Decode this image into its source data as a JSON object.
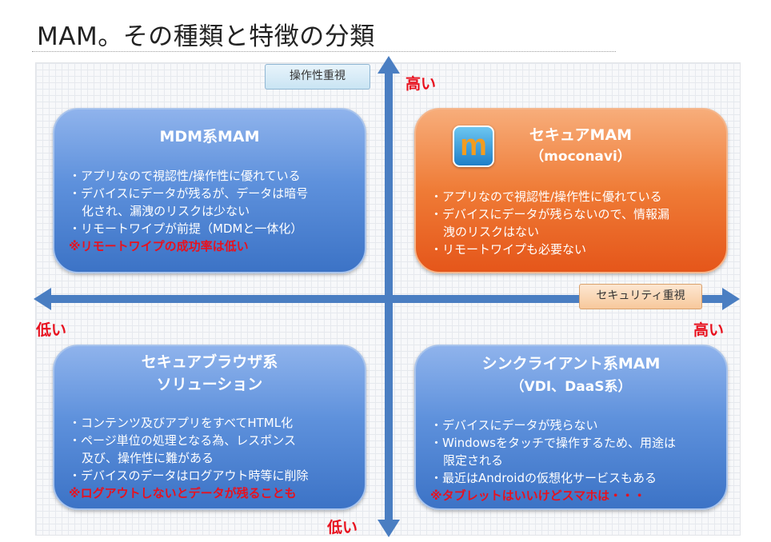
{
  "title": "MAM。その種類と特徴の分類",
  "axes": {
    "vertical_label": "操作性重視",
    "horizontal_label": "セキュリティ重視",
    "high_top": "高い",
    "low_bottom": "低い",
    "low_left": "低い",
    "high_right": "高い"
  },
  "quadrants": {
    "top_left": {
      "title": "MDM系MAM",
      "bullets": [
        {
          "text": "・アプリなので視認性/操作性に優れている",
          "style": "normal"
        },
        {
          "text": "・デバイスにデータが残るが、データは暗号",
          "style": "normal"
        },
        {
          "text": "化され、漏洩のリスクは少ない",
          "style": "cont"
        },
        {
          "text": "・リモートワイプが前提（MDMと一体化）",
          "style": "normal"
        },
        {
          "text": "※リモートワイプの成功率は低い",
          "style": "red"
        }
      ]
    },
    "top_right": {
      "title": "セキュアMAM",
      "subtitle": "（moconavi）",
      "logo_letter": "m",
      "bullets": [
        {
          "text": "・アプリなので視認性/操作性に優れている",
          "style": "normal"
        },
        {
          "text": "・デバイスにデータが残らないので、情報漏",
          "style": "normal"
        },
        {
          "text": "洩のリスクはない",
          "style": "cont"
        },
        {
          "text": "・リモートワイプも必要ない",
          "style": "normal"
        }
      ]
    },
    "bottom_left": {
      "title": "セキュアブラウザ系",
      "subtitle": "ソリューション",
      "bullets": [
        {
          "text": "・コンテンツ及びアプリをすべてHTML化",
          "style": "normal"
        },
        {
          "text": "・ページ単位の処理となる為、レスポンス",
          "style": "normal"
        },
        {
          "text": "及び、操作性に難がある",
          "style": "cont"
        },
        {
          "text": "・デバイスのデータはログアウト時等に削除",
          "style": "normal"
        },
        {
          "text": "※ログアウトしないとデータが残ることも",
          "style": "red"
        }
      ]
    },
    "bottom_right": {
      "title": "シンクライアント系MAM",
      "subtitle": "（VDI、DaaS系）",
      "bullets": [
        {
          "text": "・デバイスにデータが残らない",
          "style": "normal"
        },
        {
          "text": "・Windowsをタッチで操作するため、用途は",
          "style": "normal"
        },
        {
          "text": "限定される",
          "style": "cont"
        },
        {
          "text": "・最近はAndroidの仮想化サービスもある",
          "style": "normal"
        },
        {
          "text": "※タブレットはいいけどスマホは・・・",
          "style": "red"
        }
      ]
    }
  },
  "colors": {
    "axis": "#4a7ec2",
    "accent_red": "#e8111e",
    "quadrant_blue": "#5e91dc",
    "quadrant_orange": "#ef7b36"
  }
}
